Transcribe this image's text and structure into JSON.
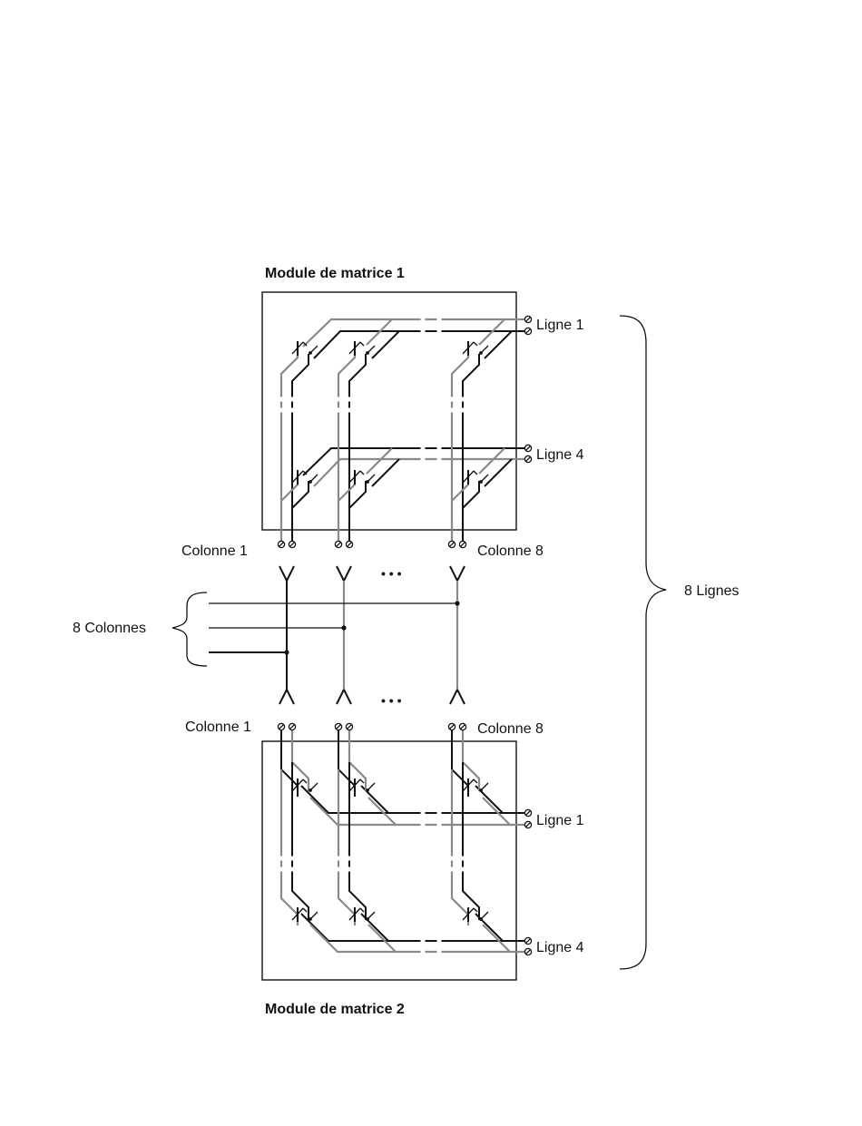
{
  "module1": {
    "title": "Module de matrice 1",
    "row_top_label": "Ligne 1",
    "row_bottom_label": "Ligne 4",
    "col_left_label": "Colonne 1",
    "col_right_label": "Colonne 8"
  },
  "module2": {
    "title": "Module de matrice 2",
    "row_top_label": "Ligne 1",
    "row_bottom_label": "Ligne 4",
    "col_left_label": "Colonne 1",
    "col_right_label": "Colonne 8"
  },
  "rows_brace_label": "8 Lignes",
  "columns_brace_label": "8 Colonnes",
  "ellipsis": "• • •"
}
